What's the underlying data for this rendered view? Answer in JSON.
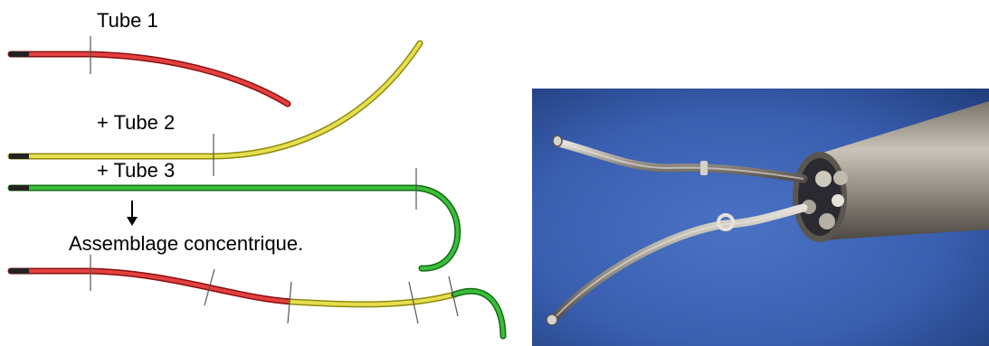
{
  "labels": {
    "tube1": "Tube 1",
    "tube2": "+ Tube 2",
    "tube3": "+ Tube 3",
    "assembly": "Assemblage concentrique."
  },
  "colors": {
    "tube1": "#d42a2a",
    "tube2": "#d9d236",
    "tube3": "#2aa52a",
    "tube_end": "#222222",
    "photo_background": "#3a5fb0",
    "photo_tube": "#b8b4ad"
  },
  "icons": {
    "arrow": "arrow-down-icon"
  }
}
